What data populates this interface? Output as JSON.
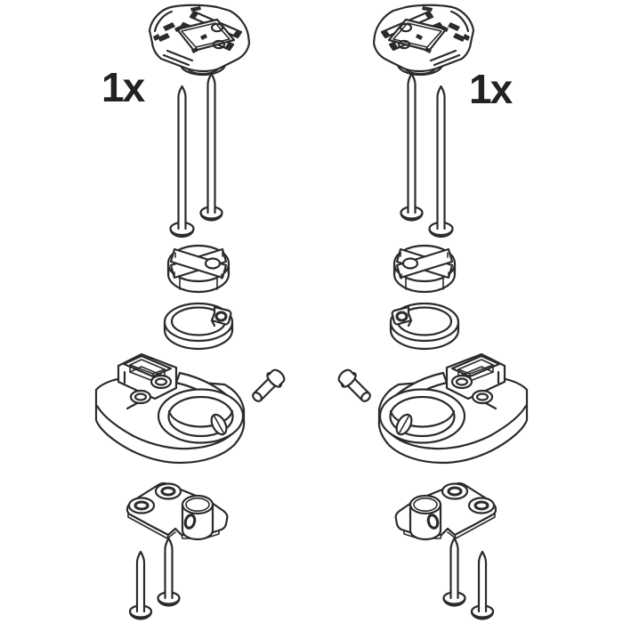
{
  "page": {
    "background_color": "#ffffff",
    "line_color": "#2b2b2b",
    "kind": "technical-parts-line-drawing"
  },
  "labels": {
    "left_quantity": "1x",
    "right_quantity": "1x"
  },
  "diagram": {
    "mirrored_groups": 2,
    "parts_per_group": [
      "mounting-clip-plate",
      "long-nail-pin",
      "long-nail-pin",
      "slotted-cam-disc",
      "clamp-ring",
      "pivot-base-bracket",
      "shoulder-rivet",
      "hinge-plate-with-barrel",
      "short-nail-pin",
      "short-nail-pin"
    ]
  }
}
